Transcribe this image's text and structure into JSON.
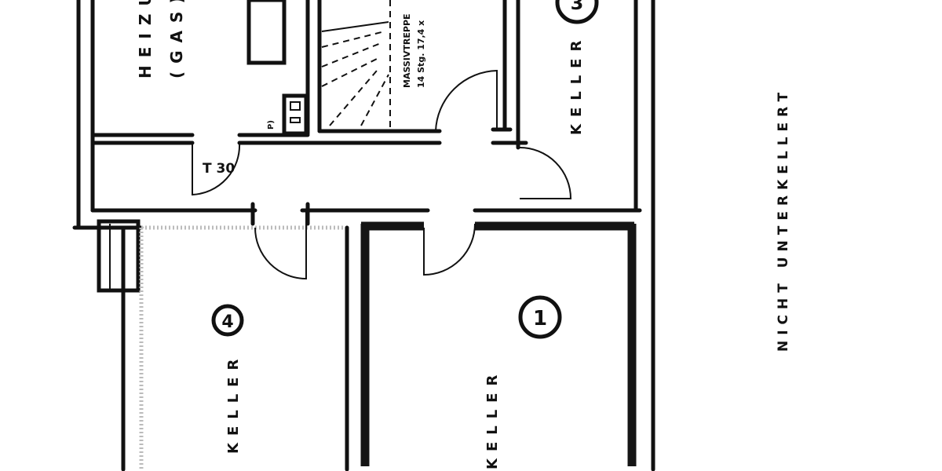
{
  "rooms": {
    "heizung": {
      "label": "HEIZU",
      "sub": "(GAS)"
    },
    "stair": {
      "label": "MASSIVTREPPE",
      "detail": "14 Stg. 17,4 x"
    },
    "door_fire": "T 30",
    "small_label": "P)",
    "keller_3": {
      "number": "3",
      "label": "KELLER"
    },
    "keller_4": {
      "number": "4",
      "label": "KELLER"
    },
    "keller_1": {
      "number": "1",
      "label": "KELLER"
    },
    "outside": "NICHT UNTERKELLERT"
  }
}
